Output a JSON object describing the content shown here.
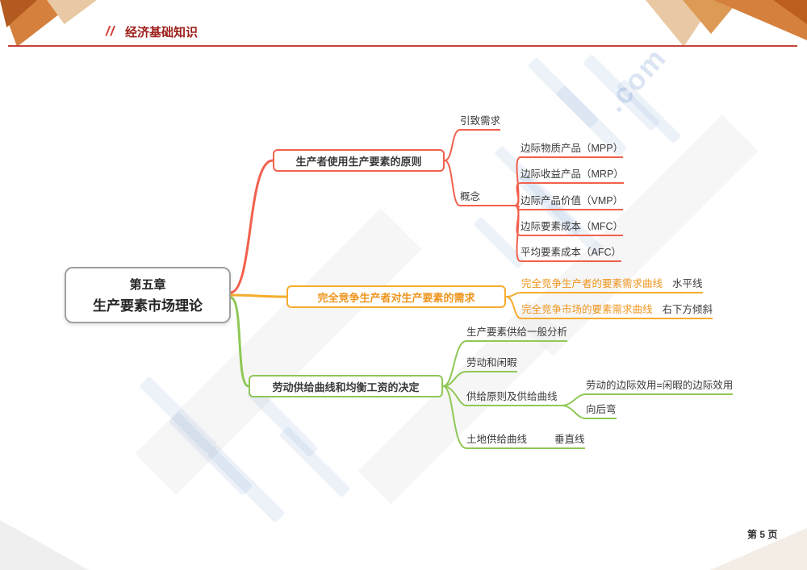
{
  "header": {
    "slashes": "//",
    "title": "经济基础知识"
  },
  "footer": {
    "page_label": "第 5 页"
  },
  "watermark": {
    "text": ".com"
  },
  "colors": {
    "header_red": "#9e201c",
    "branch_red": "#f2604d",
    "branch_yellow": "#f6ac2d",
    "branch_orange_text": "#ee951d",
    "branch_green": "#8fc856",
    "text_dark": "#3a3a3a"
  },
  "mindmap": {
    "root": {
      "line1": "第五章",
      "line2": "生产要素市场理论"
    },
    "branch_red": {
      "label": "生产者使用生产要素的原则",
      "derived_demand": "引致需求",
      "concept": "概念",
      "concept_items": [
        "边际物质产品（MPP）",
        "边际收益产品（MRP）",
        "边际产品价值（VMP）",
        "边际要素成本（MFC）",
        "平均要素成本（AFC）"
      ]
    },
    "branch_yellow": {
      "label": "完全竞争生产者对生产要素的需求",
      "row1_label": "完全竞争生产者的要素需求曲线",
      "row1_value": "水平线",
      "row2_label": "完全竞争市场的要素需求曲线",
      "row2_value": "右下方倾斜"
    },
    "branch_green": {
      "label": "劳动供给曲线和均衡工资的决定",
      "item1": "生产要素供给一般分析",
      "item2": "劳动和闲暇",
      "item3": "供给原则及供给曲线",
      "item3_children": [
        "劳动的边际效用=闲暇的边际效用",
        "向后弯"
      ],
      "item4_label": "土地供给曲线",
      "item4_value": "垂直线"
    }
  }
}
